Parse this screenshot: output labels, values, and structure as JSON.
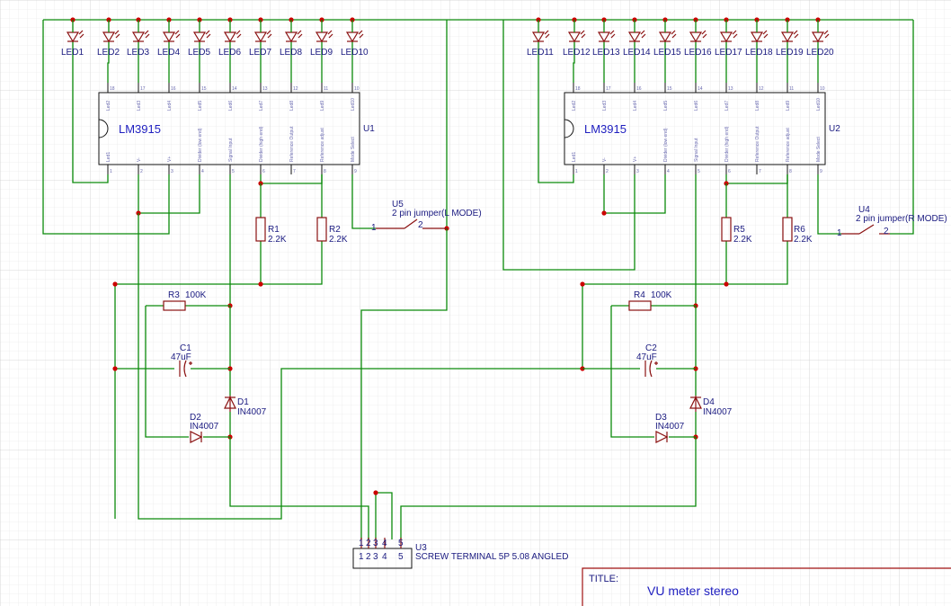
{
  "title_block": {
    "label": "TITLE:",
    "value": "VU meter stereo"
  },
  "chips": [
    {
      "ref": "U1",
      "part": "LM3915",
      "top_pins": [
        "18",
        "17",
        "16",
        "15",
        "14",
        "13",
        "12",
        "11",
        "10"
      ],
      "bottom_pins": [
        "1",
        "2",
        "3",
        "4",
        "5",
        "6",
        "7",
        "8",
        "9"
      ]
    },
    {
      "ref": "U2",
      "part": "LM3915",
      "top_pins": [
        "18",
        "17",
        "16",
        "15",
        "14",
        "13",
        "12",
        "11",
        "10"
      ],
      "bottom_pins": [
        "1",
        "2",
        "3",
        "4",
        "5",
        "6",
        "7",
        "8",
        "9"
      ]
    }
  ],
  "leds_left": [
    "LED1",
    "LED2",
    "LED3",
    "LED4",
    "LED5",
    "LED6",
    "LED7",
    "LED8",
    "LED9",
    "LED10"
  ],
  "leds_right": [
    "LED11",
    "LED12",
    "LED13",
    "LED14",
    "LED15",
    "LED16",
    "LED17",
    "LED18",
    "LED19",
    "LED20"
  ],
  "resistors": [
    {
      "ref": "R1",
      "value": "2.2K"
    },
    {
      "ref": "R2",
      "value": "2.2K"
    },
    {
      "ref": "R5",
      "value": "2.2K"
    },
    {
      "ref": "R6",
      "value": "2.2K"
    },
    {
      "ref": "R3",
      "value": "100K"
    },
    {
      "ref": "R4",
      "value": "100K"
    }
  ],
  "capacitors": [
    {
      "ref": "C1",
      "value": "47uF"
    },
    {
      "ref": "C2",
      "value": "47uF"
    }
  ],
  "diodes": [
    {
      "ref": "D1",
      "value": "IN4007"
    },
    {
      "ref": "D2",
      "value": "IN4007"
    },
    {
      "ref": "D3",
      "value": "IN4007"
    },
    {
      "ref": "D4",
      "value": "IN4007"
    }
  ],
  "jumpers": [
    {
      "ref": "U5",
      "desc": "2 pin jumper(L MODE)",
      "pin1": "1",
      "pin2": "2"
    },
    {
      "ref": "U4",
      "desc": "2 pin jumper(R MODE)",
      "pin1": "1",
      "pin2": "2"
    }
  ],
  "terminal": {
    "ref": "U3",
    "desc": "SCREW TERMINAL 5P 5.08 ANGLED",
    "pins": [
      "1",
      "2",
      "3",
      "4",
      "5"
    ]
  },
  "pin_names": {
    "top": [
      "Led2",
      "Led3",
      "Led4",
      "Led5",
      "Led6",
      "Led7",
      "Led8",
      "Led9",
      "Led10"
    ],
    "bottom": [
      "Led1",
      "V-",
      "V+",
      "Divider (low end)",
      "Signal Input",
      "Divider (high end)",
      "Reference Output",
      "Reference adjust",
      "Mode Select"
    ]
  },
  "colors": {
    "wire": "#0a8a0a",
    "component": "#8a1010",
    "label": "#1a1a80",
    "junction": "#cc0000"
  }
}
